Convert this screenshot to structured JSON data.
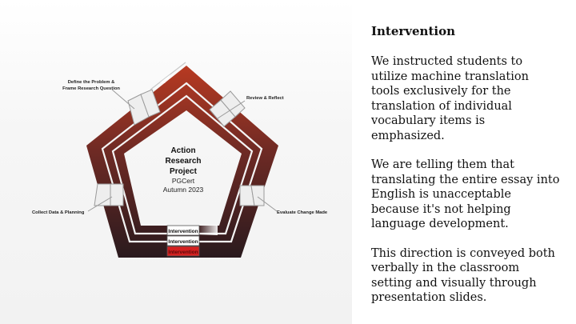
{
  "diagram": {
    "center_title": [
      "Action",
      "Research",
      "Project"
    ],
    "center_subtitle": [
      "PGCert",
      "Autumn 2023"
    ],
    "labels": {
      "define": [
        "Define the Problem &",
        "Frame Research Question"
      ],
      "review": "Review & Reflect",
      "evaluate": "Evaluate Change Made",
      "collect": "Collect Data & Planning"
    },
    "stages": [
      "Intervention",
      "Intervention",
      "Intervention"
    ],
    "colors": {
      "outer_top": "#b83a22",
      "outer_bottom": "#2a1a1e",
      "stage_highlight": "#d42020"
    }
  },
  "panel": {
    "heading": "Intervention",
    "paragraphs": [
      "We instructed students to utilize machine translation tools exclusively for the translation of individual vocabulary items is emphasized.",
      "We are telling them that translating the entire essay into English is unacceptable because it's not helping language development.",
      "This direction is conveyed both verbally in the classroom setting and visually through presentation slides."
    ]
  }
}
